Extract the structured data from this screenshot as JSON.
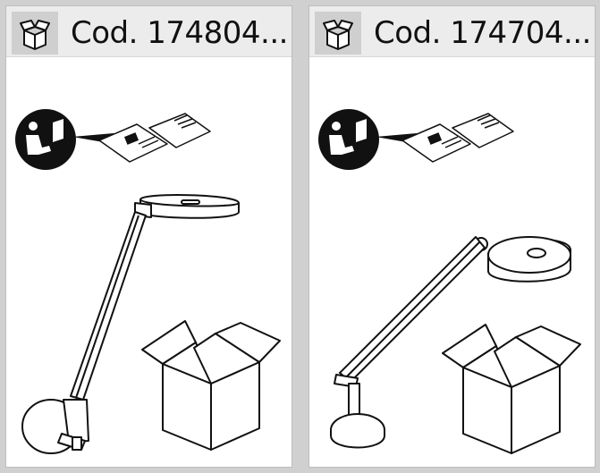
{
  "products": [
    {
      "code": "Cod. 174804...",
      "box_icon": "package-box-icon",
      "manual_icon": "read-manual-icon",
      "lamp": "wall-mounted-arm-lamp"
    },
    {
      "code": "Cod. 174704...",
      "box_icon": "package-box-icon",
      "manual_icon": "read-manual-icon",
      "lamp": "desk-arm-lamp"
    }
  ],
  "colors": {
    "line": "#111111",
    "card": "#ffffff",
    "header": "#ececec",
    "icon_bg": "#cfcfcf"
  }
}
